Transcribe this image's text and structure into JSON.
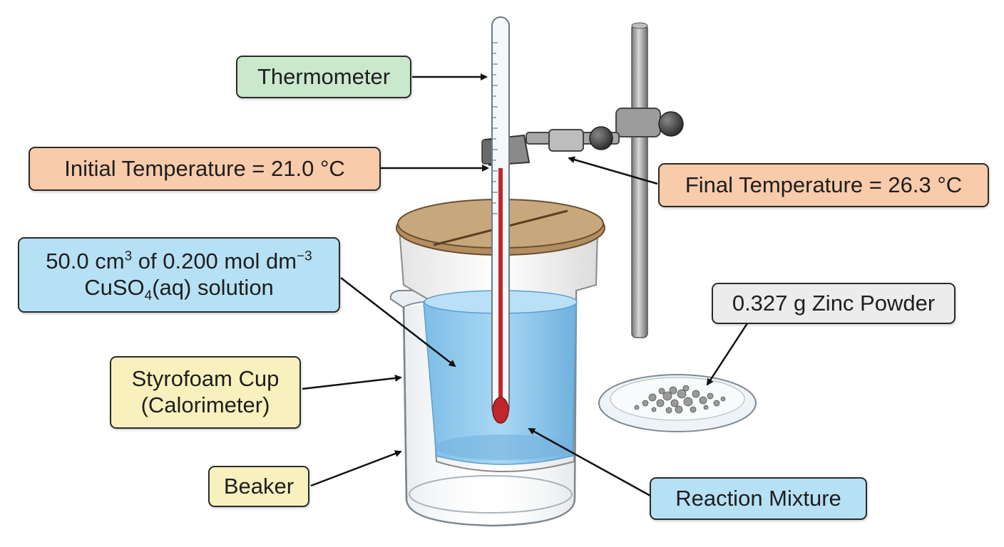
{
  "colors": {
    "green_label": "#c9e8cc",
    "orange_label": "#f8cbaa",
    "blue_label": "#b6e1f4",
    "yellow_label": "#f8f1bd",
    "grey_label": "#ececec",
    "solution": "#8cc8ea",
    "cardboard": "#c9a77c",
    "mercury": "#c0272d",
    "metal": "#9a9a9a"
  },
  "labels": {
    "thermometer": "Thermometer",
    "initial_temp": "Initial Temperature = 21.0 °C",
    "final_temp": "Final Temperature = 26.3 °C",
    "solution": {
      "line1_a": "50.0 cm",
      "line1_sup1": "3",
      "line1_b": " of 0.200 mol dm",
      "line1_sup2": "−3",
      "line2_a": "CuSO",
      "line2_sub": "4",
      "line2_b": "(aq) solution"
    },
    "styrofoam": {
      "line1": "Styrofoam Cup",
      "line2": "(Calorimeter)"
    },
    "beaker": "Beaker",
    "zinc": "0.327 g Zinc Powder",
    "reaction_mixture": "Reaction Mixture"
  },
  "icons": [
    "thermometer-icon",
    "retort-stand-icon",
    "clamp-icon",
    "beaker-icon",
    "styrofoam-cup-icon",
    "watch-glass-icon",
    "zinc-powder-icon"
  ]
}
